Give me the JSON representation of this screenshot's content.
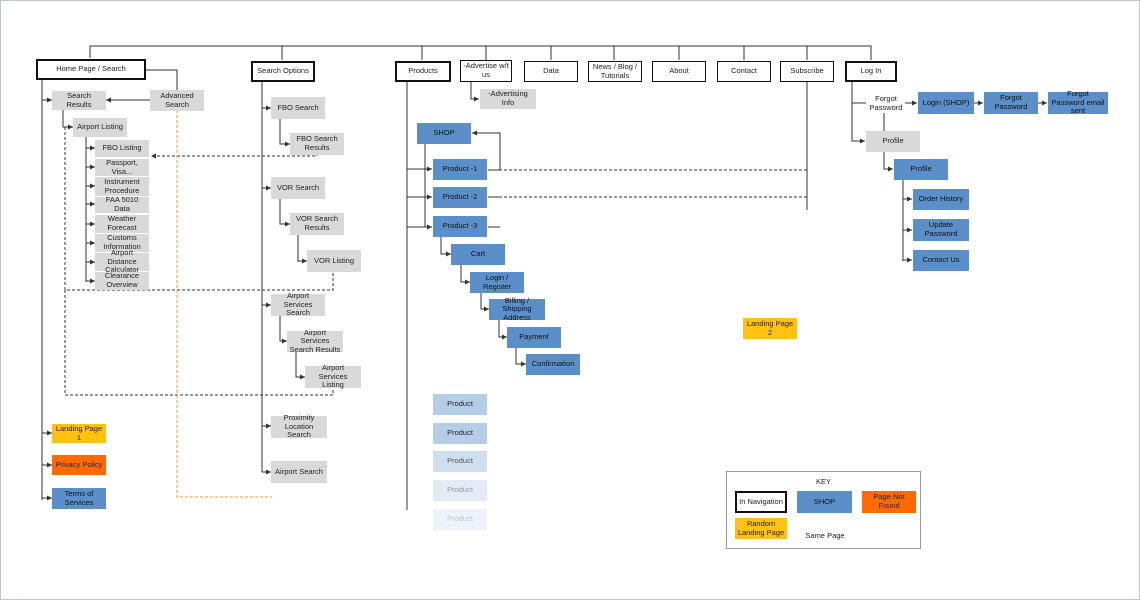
{
  "nav": {
    "home": "Home Page / Search",
    "search_options": "Search Options",
    "products": "Products",
    "advertise": "-Advertise w/t us",
    "data": "Data",
    "news": "News / Blog / Tutorials",
    "about": "About",
    "contact": "Contact",
    "subscribe": "Subscribe",
    "login": "Log In"
  },
  "home_branch": {
    "search_results": "Search Results",
    "advanced_search": "Advanced Search",
    "airport_listing": "Airport Listing",
    "fbo_listing": "FBO Listing",
    "passport": "Passport, Visa...",
    "instrument": "Instrument Procedure",
    "faa": "FAA 5010 Data",
    "weather": "Weather Forecast",
    "customs": "Customs Information",
    "distance": "Airport Distance Calculator",
    "clearance": "Clearance Overview",
    "landing1": "Landing Page 1",
    "privacy": "Privacy Policy",
    "terms": "Terms of Services"
  },
  "search_branch": {
    "fbo_search": "FBO Search",
    "fbo_results": "FBO Search Results",
    "vor_search": "VOR Search",
    "vor_results": "VOR Search Results",
    "vor_listing": "VOR Listing",
    "as_search": "Airport Services Search",
    "as_results": "Airport Services Search Results",
    "as_listing": "Airport Services Listing",
    "proximity": "Proximity Location Search",
    "airport_search": "Airport Search"
  },
  "products_branch": {
    "shop": "SHOP",
    "p1": "Product -1",
    "p2": "Product -2",
    "p3": "Product -3",
    "cart": "Cart",
    "login_register": "Login / Register",
    "billing": "Billing / Shipping Address",
    "payment": "Payment",
    "confirmation": "Confirmation",
    "product": "Product"
  },
  "advertise_branch": {
    "info": "-Advertising Info"
  },
  "login_branch": {
    "forgot": "Forgot Password",
    "login_shop": "Login (SHOP)",
    "forgot2": "Forgot Password",
    "sent": "Forgot Password email sent",
    "profile_gray": "Profile",
    "profile_blue": "Profile",
    "order_history": "Order History",
    "update_password": "Update Password",
    "contact_us": "Contact Us"
  },
  "landing2": "Landing Page 2",
  "key": {
    "title": "KEY",
    "in_navigation": "In Navigation",
    "shop": "SHOP",
    "page_not_found": "Page Not Found",
    "random_landing": "Random Landing Page",
    "same_page": "Same Page"
  },
  "colors": {
    "shop_blue": "#5b8fc9",
    "gray": "#d9d9d9",
    "landing_yellow": "#ffc20e",
    "not_found_orange": "#ff6a00",
    "same_page_dash": "#f39c2b"
  }
}
